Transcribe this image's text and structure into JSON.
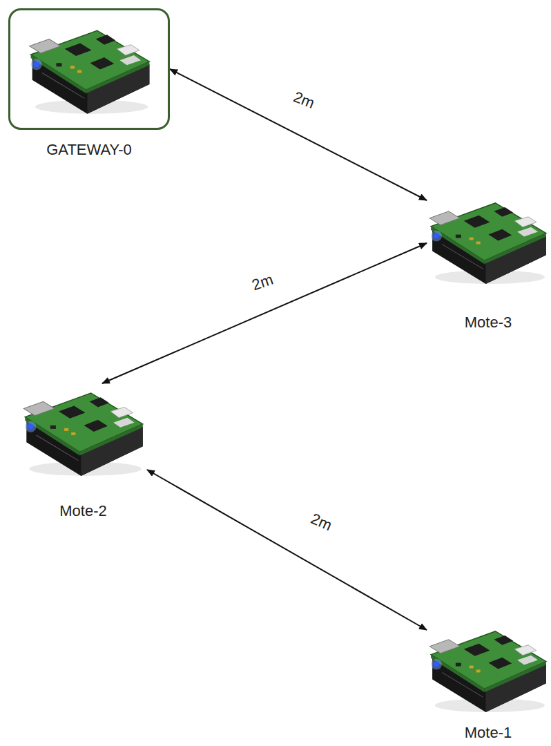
{
  "diagram": {
    "nodes": [
      {
        "text": [
          "GATEWAY-0"
        ]
      },
      {
        "text": [
          "Mote-3"
        ]
      },
      {
        "text": [
          "Mote-2"
        ]
      },
      {
        "text": [
          "Mote-1"
        ]
      }
    ],
    "edges": [
      {
        "from": 0,
        "to": 1,
        "arrow": "both",
        "label": "2m"
      },
      {
        "from": 1,
        "to": 2,
        "arrow": "both",
        "label": "2m"
      },
      {
        "from": 2,
        "to": 3,
        "arrow": "both",
        "label": "2m"
      }
    ]
  }
}
